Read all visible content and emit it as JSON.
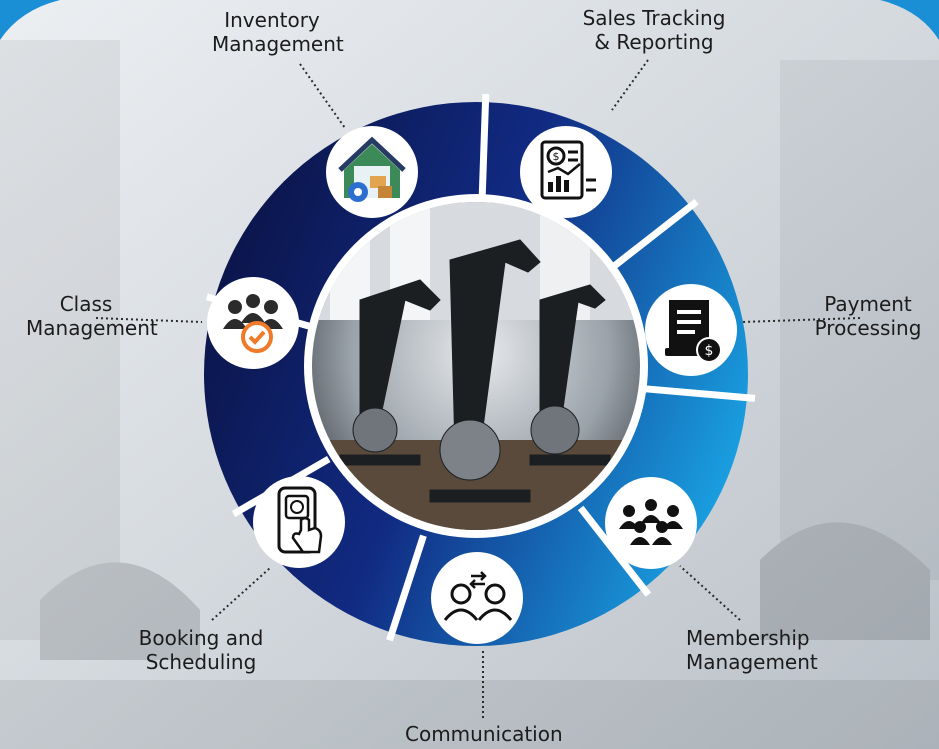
{
  "diagram": {
    "colors": {
      "ring_dark": "#0b1448",
      "ring_mid": "#112a82",
      "ring_light": "#1a9fe0",
      "accent_orange": "#f07a2a",
      "icon_fill": "#ffffff"
    },
    "segments": [
      {
        "id": "inventory",
        "icon": "warehouse-icon",
        "lines": [
          "Inventory",
          "Management"
        ]
      },
      {
        "id": "sales",
        "icon": "sales-report-icon",
        "lines": [
          "Sales Tracking",
          "& Reporting"
        ]
      },
      {
        "id": "payment",
        "icon": "invoice-payment-icon",
        "lines": [
          "Payment",
          "Processing"
        ]
      },
      {
        "id": "membership",
        "icon": "members-group-icon",
        "lines": [
          "Membership",
          "Management"
        ]
      },
      {
        "id": "communication",
        "icon": "user-exchange-icon",
        "lines": [
          "Communication"
        ]
      },
      {
        "id": "booking",
        "icon": "phone-tap-icon",
        "lines": [
          "Booking and",
          "Scheduling"
        ]
      },
      {
        "id": "class",
        "icon": "class-check-icon",
        "lines": [
          "Class",
          "Management"
        ]
      }
    ],
    "center": {
      "image": "spin-bikes-photo"
    }
  }
}
